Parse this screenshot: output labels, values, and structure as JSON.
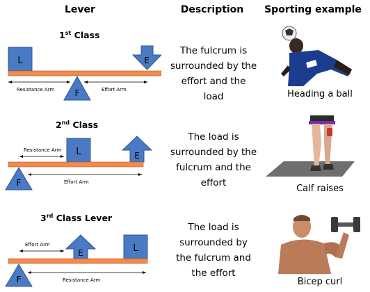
{
  "headers": {
    "lever": "Lever",
    "description": "Description",
    "sporting": "Sporting example"
  },
  "rows": [
    {
      "class_num": "1",
      "class_sup": "st",
      "class_rest": " Class",
      "load": "L",
      "effort": "E",
      "fulcrum": "F",
      "arm_left": "Resistance Arm",
      "arm_right": "Effort Arm",
      "description": [
        "The fulcrum is",
        "surrounded by the",
        "effort and the",
        "load"
      ],
      "example": "Heading a ball"
    },
    {
      "class_num": "2",
      "class_sup": "nd",
      "class_rest": " Class",
      "load": "L",
      "effort": "E",
      "fulcrum": "F",
      "arm_top": "Resistance Arm",
      "arm_bottom": "Effort Arm",
      "description": [
        "The load is",
        "surrounded by the",
        "fulcrum and the",
        "effort"
      ],
      "example": "Calf raises"
    },
    {
      "class_num": "3",
      "class_sup": "rd",
      "class_rest": " Class Lever",
      "load": "L",
      "effort": "E",
      "fulcrum": "F",
      "arm_top": "Effort Arm",
      "arm_bottom": "Resistance Arm",
      "description": [
        "The load is",
        "surrounded by",
        "the fulcrum and",
        "the effort"
      ],
      "example": "Bicep curl"
    }
  ],
  "colors": {
    "beam": "#f28a4e",
    "block": "#4a7ac4",
    "block_stroke": "#2f5597"
  }
}
